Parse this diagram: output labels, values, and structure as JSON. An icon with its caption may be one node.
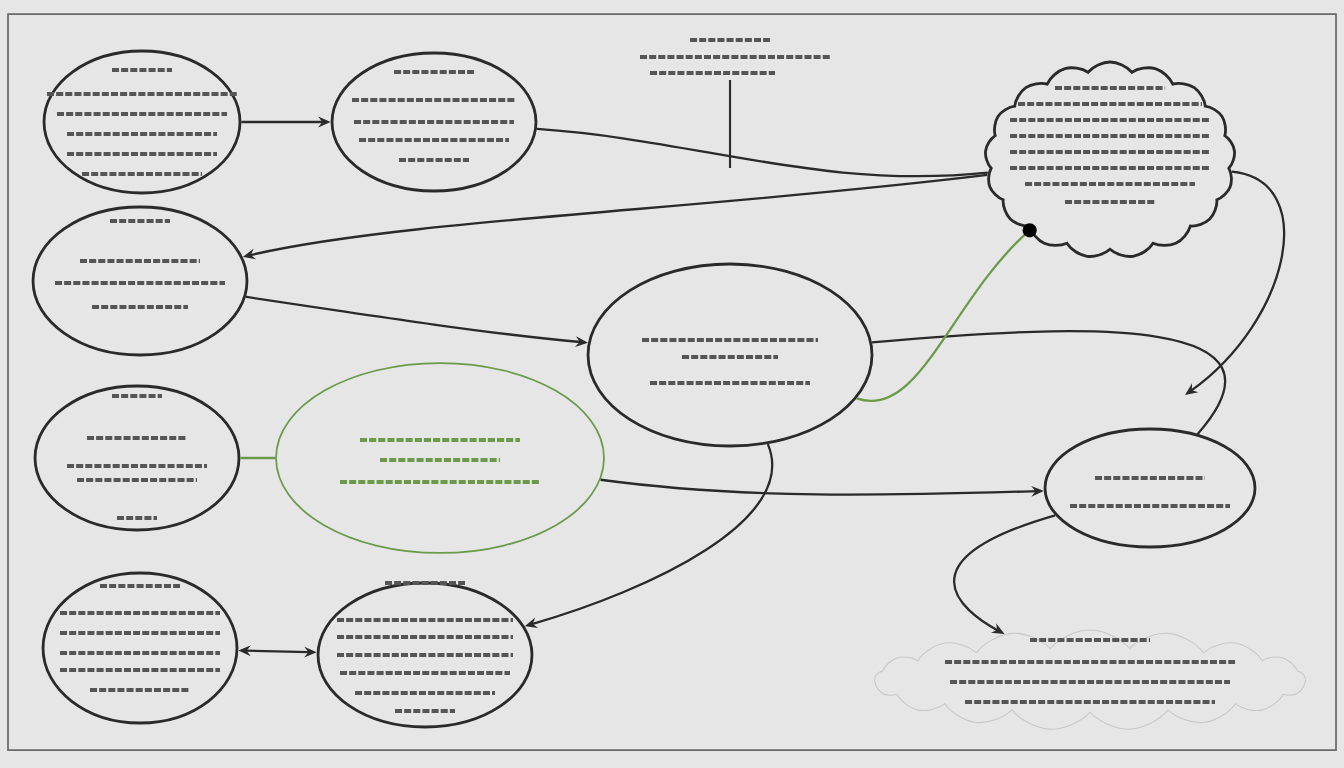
{
  "diagram": {
    "nodes": [
      {
        "text": [],
        "shape": "circle"
      },
      {
        "text": [],
        "shape": "circle"
      },
      {
        "text": [],
        "shape": "circle"
      },
      {
        "text": [],
        "shape": "circle"
      },
      {
        "text": [],
        "shape": "cloud"
      },
      {
        "text": [],
        "shape": "circle"
      },
      {
        "text": [],
        "shape": "circle"
      },
      {
        "text": [],
        "shape": "circle"
      },
      {
        "text": [],
        "shape": "circle"
      },
      {
        "text": [],
        "shape": "circle"
      },
      {
        "text": [],
        "shape": "cloud"
      }
    ],
    "edges": [
      {
        "from": 0,
        "to": 1,
        "arrow": "to"
      },
      {
        "from": 1,
        "to": 4,
        "arrow": "none"
      },
      {
        "from": 4,
        "to": 2,
        "arrow": "to"
      },
      {
        "from": 2,
        "to": 3,
        "arrow": "to"
      },
      {
        "from": 3,
        "to": 7,
        "arrow": "none"
      },
      {
        "from": 4,
        "to": null,
        "arrow": "to"
      },
      {
        "from": 5,
        "to": 6,
        "arrow": "none",
        "color": "#6a9a4a"
      },
      {
        "from": 6,
        "to": 7,
        "arrow": "to"
      },
      {
        "from": 8,
        "to": 9,
        "arrow": "both"
      },
      {
        "from": 3,
        "to": 9,
        "arrow": "to"
      },
      {
        "from": 4,
        "to": 3,
        "arrow": "other",
        "color": "#6a9a4a"
      },
      {
        "from": 7,
        "to": 10,
        "arrow": "to"
      }
    ]
  }
}
